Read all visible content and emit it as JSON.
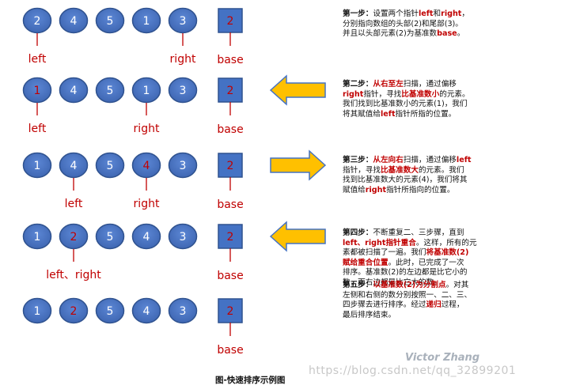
{
  "colors": {
    "node_fill": "#4472c4",
    "node_stroke": "#2f528f",
    "text_white": "#ffffff",
    "text_red": "#c00000",
    "arrow_fill": "#ffc000",
    "arrow_stroke": "#4472c4"
  },
  "rows": [
    {
      "nodes": [
        {
          "value": "2",
          "red": false
        },
        {
          "value": "4",
          "red": false
        },
        {
          "value": "5",
          "red": false
        },
        {
          "value": "1",
          "red": false
        },
        {
          "value": "3",
          "red": false
        }
      ],
      "base": "2",
      "pointers": [
        {
          "label": "left",
          "at": 0
        },
        {
          "label": "right",
          "at": 4
        }
      ],
      "arrow": "none"
    },
    {
      "nodes": [
        {
          "value": "1",
          "red": true
        },
        {
          "value": "4",
          "red": false
        },
        {
          "value": "5",
          "red": false
        },
        {
          "value": "1",
          "red": false
        },
        {
          "value": "3",
          "red": false
        }
      ],
      "base": "2",
      "pointers": [
        {
          "label": "left",
          "at": 0
        },
        {
          "label": "right",
          "at": 3
        }
      ],
      "arrow": "left"
    },
    {
      "nodes": [
        {
          "value": "1",
          "red": false
        },
        {
          "value": "4",
          "red": false
        },
        {
          "value": "5",
          "red": false
        },
        {
          "value": "4",
          "red": true
        },
        {
          "value": "3",
          "red": false
        }
      ],
      "base": "2",
      "pointers": [
        {
          "label": "left",
          "at": 1
        },
        {
          "label": "right",
          "at": 3
        }
      ],
      "arrow": "right"
    },
    {
      "nodes": [
        {
          "value": "1",
          "red": false
        },
        {
          "value": "2",
          "red": true
        },
        {
          "value": "5",
          "red": false
        },
        {
          "value": "4",
          "red": false
        },
        {
          "value": "3",
          "red": false
        }
      ],
      "base": "2",
      "pointers": [
        {
          "label": "left、right",
          "at": 1
        }
      ],
      "arrow": "left"
    },
    {
      "nodes": [
        {
          "value": "1",
          "red": false
        },
        {
          "value": "2",
          "red": true
        },
        {
          "value": "5",
          "red": false
        },
        {
          "value": "4",
          "red": false
        },
        {
          "value": "3",
          "red": false
        }
      ],
      "base": "2",
      "pointers": [],
      "arrow": "none"
    }
  ],
  "base_label": "base",
  "steps": [
    {
      "id": "step1",
      "lines": [
        [
          {
            "t": "第一步：",
            "s": "b"
          },
          {
            "t": "设置两个指针",
            "s": ""
          },
          {
            "t": "left",
            "s": "r"
          },
          {
            "t": "和",
            "s": ""
          },
          {
            "t": "right",
            "s": "r"
          },
          {
            "t": "，",
            "s": ""
          }
        ],
        [
          {
            "t": "分别指向数组的头部(2)和尾部(3)。",
            "s": ""
          }
        ],
        [
          {
            "t": "并且以头部元素(2)为基准数",
            "s": ""
          },
          {
            "t": "base",
            "s": "r"
          },
          {
            "t": "。",
            "s": ""
          }
        ]
      ]
    },
    {
      "id": "step2",
      "lines": [
        [
          {
            "t": "第二步：",
            "s": "b"
          },
          {
            "t": "从右至左",
            "s": "r"
          },
          {
            "t": "扫描，通过偏移",
            "s": ""
          }
        ],
        [
          {
            "t": "right",
            "s": "r"
          },
          {
            "t": "指针，寻找",
            "s": ""
          },
          {
            "t": "比基准数小",
            "s": "r"
          },
          {
            "t": "的元素。",
            "s": ""
          }
        ],
        [
          {
            "t": "我们找到比基准数小的元素(1)，我们",
            "s": ""
          }
        ],
        [
          {
            "t": "将其赋值给",
            "s": ""
          },
          {
            "t": "left",
            "s": "r"
          },
          {
            "t": "指针所指的位置。",
            "s": ""
          }
        ]
      ]
    },
    {
      "id": "step3",
      "lines": [
        [
          {
            "t": "第三步：",
            "s": "b"
          },
          {
            "t": "从左向右",
            "s": "r"
          },
          {
            "t": "扫描，通过偏移",
            "s": ""
          },
          {
            "t": "left",
            "s": "r"
          }
        ],
        [
          {
            "t": "指针，寻找",
            "s": ""
          },
          {
            "t": "比基准数大",
            "s": "r"
          },
          {
            "t": "的元素。我们",
            "s": ""
          }
        ],
        [
          {
            "t": "找到比基准数大的元素(4)，我们将其",
            "s": ""
          }
        ],
        [
          {
            "t": "赋值给",
            "s": ""
          },
          {
            "t": "right",
            "s": "r"
          },
          {
            "t": "指针所指向的位置。",
            "s": ""
          }
        ]
      ]
    },
    {
      "id": "step4",
      "lines": [
        [
          {
            "t": "第四步：",
            "s": "b"
          },
          {
            "t": "不断重复二、三步骤，直到",
            "s": ""
          }
        ],
        [
          {
            "t": "left、right指针重合",
            "s": "r"
          },
          {
            "t": "。这样，所有的元",
            "s": ""
          }
        ],
        [
          {
            "t": "素都被扫描了一遍。我们",
            "s": ""
          },
          {
            "t": "将基准数(2)",
            "s": "r"
          }
        ],
        [
          {
            "t": "赋给重合位置",
            "s": "r"
          },
          {
            "t": "。此时，已完成了一次",
            "s": ""
          }
        ],
        [
          {
            "t": "排序。基准数(2)的左边都是比它小的",
            "s": ""
          }
        ],
        [
          {
            "t": "数，而右边都是比它大的数。",
            "s": ""
          }
        ]
      ]
    },
    {
      "id": "step5",
      "lines": [
        [
          {
            "t": "第五步：",
            "s": "b"
          },
          {
            "t": "以基准数(2)为分割点",
            "s": "r"
          },
          {
            "t": "。对其",
            "s": ""
          }
        ],
        [
          {
            "t": "左侧和右侧的数分别按照一、二、三、",
            "s": ""
          }
        ],
        [
          {
            "t": "四步骤去进行排序。经过",
            "s": ""
          },
          {
            "t": "递归",
            "s": "r"
          },
          {
            "t": "过程，",
            "s": ""
          }
        ],
        [
          {
            "t": "最后排序结束。",
            "s": ""
          }
        ]
      ]
    }
  ],
  "author": "Victor Zhang",
  "watermark": "https://blog.csdn.net/qq_32899201",
  "caption": "图-快速排序示例图"
}
